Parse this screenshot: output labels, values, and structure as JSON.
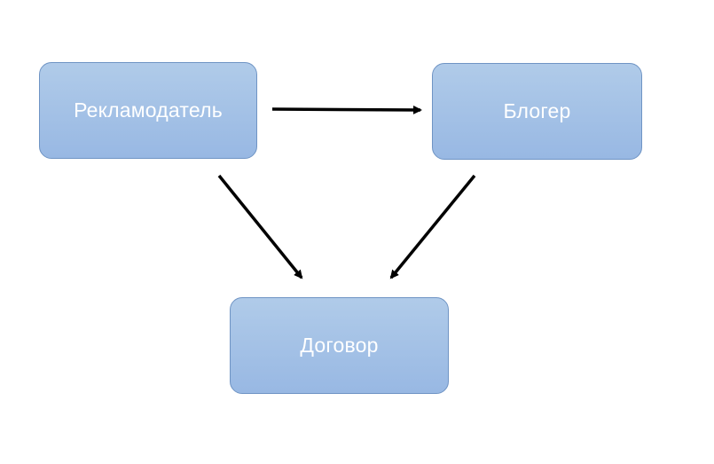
{
  "diagram": {
    "nodes": {
      "advertiser": {
        "label": "Рекламодатель"
      },
      "blogger": {
        "label": "Блогер"
      },
      "contract": {
        "label": "Договор"
      }
    },
    "edges": [
      {
        "from": "advertiser",
        "to": "blogger"
      },
      {
        "from": "advertiser",
        "to": "contract"
      },
      {
        "from": "blogger",
        "to": "contract"
      }
    ],
    "colors": {
      "node_fill_top": "#b0cbe9",
      "node_fill_bottom": "#98b8e3",
      "node_border": "#6f94c4",
      "node_text": "#ffffff",
      "arrow": "#000000"
    }
  }
}
